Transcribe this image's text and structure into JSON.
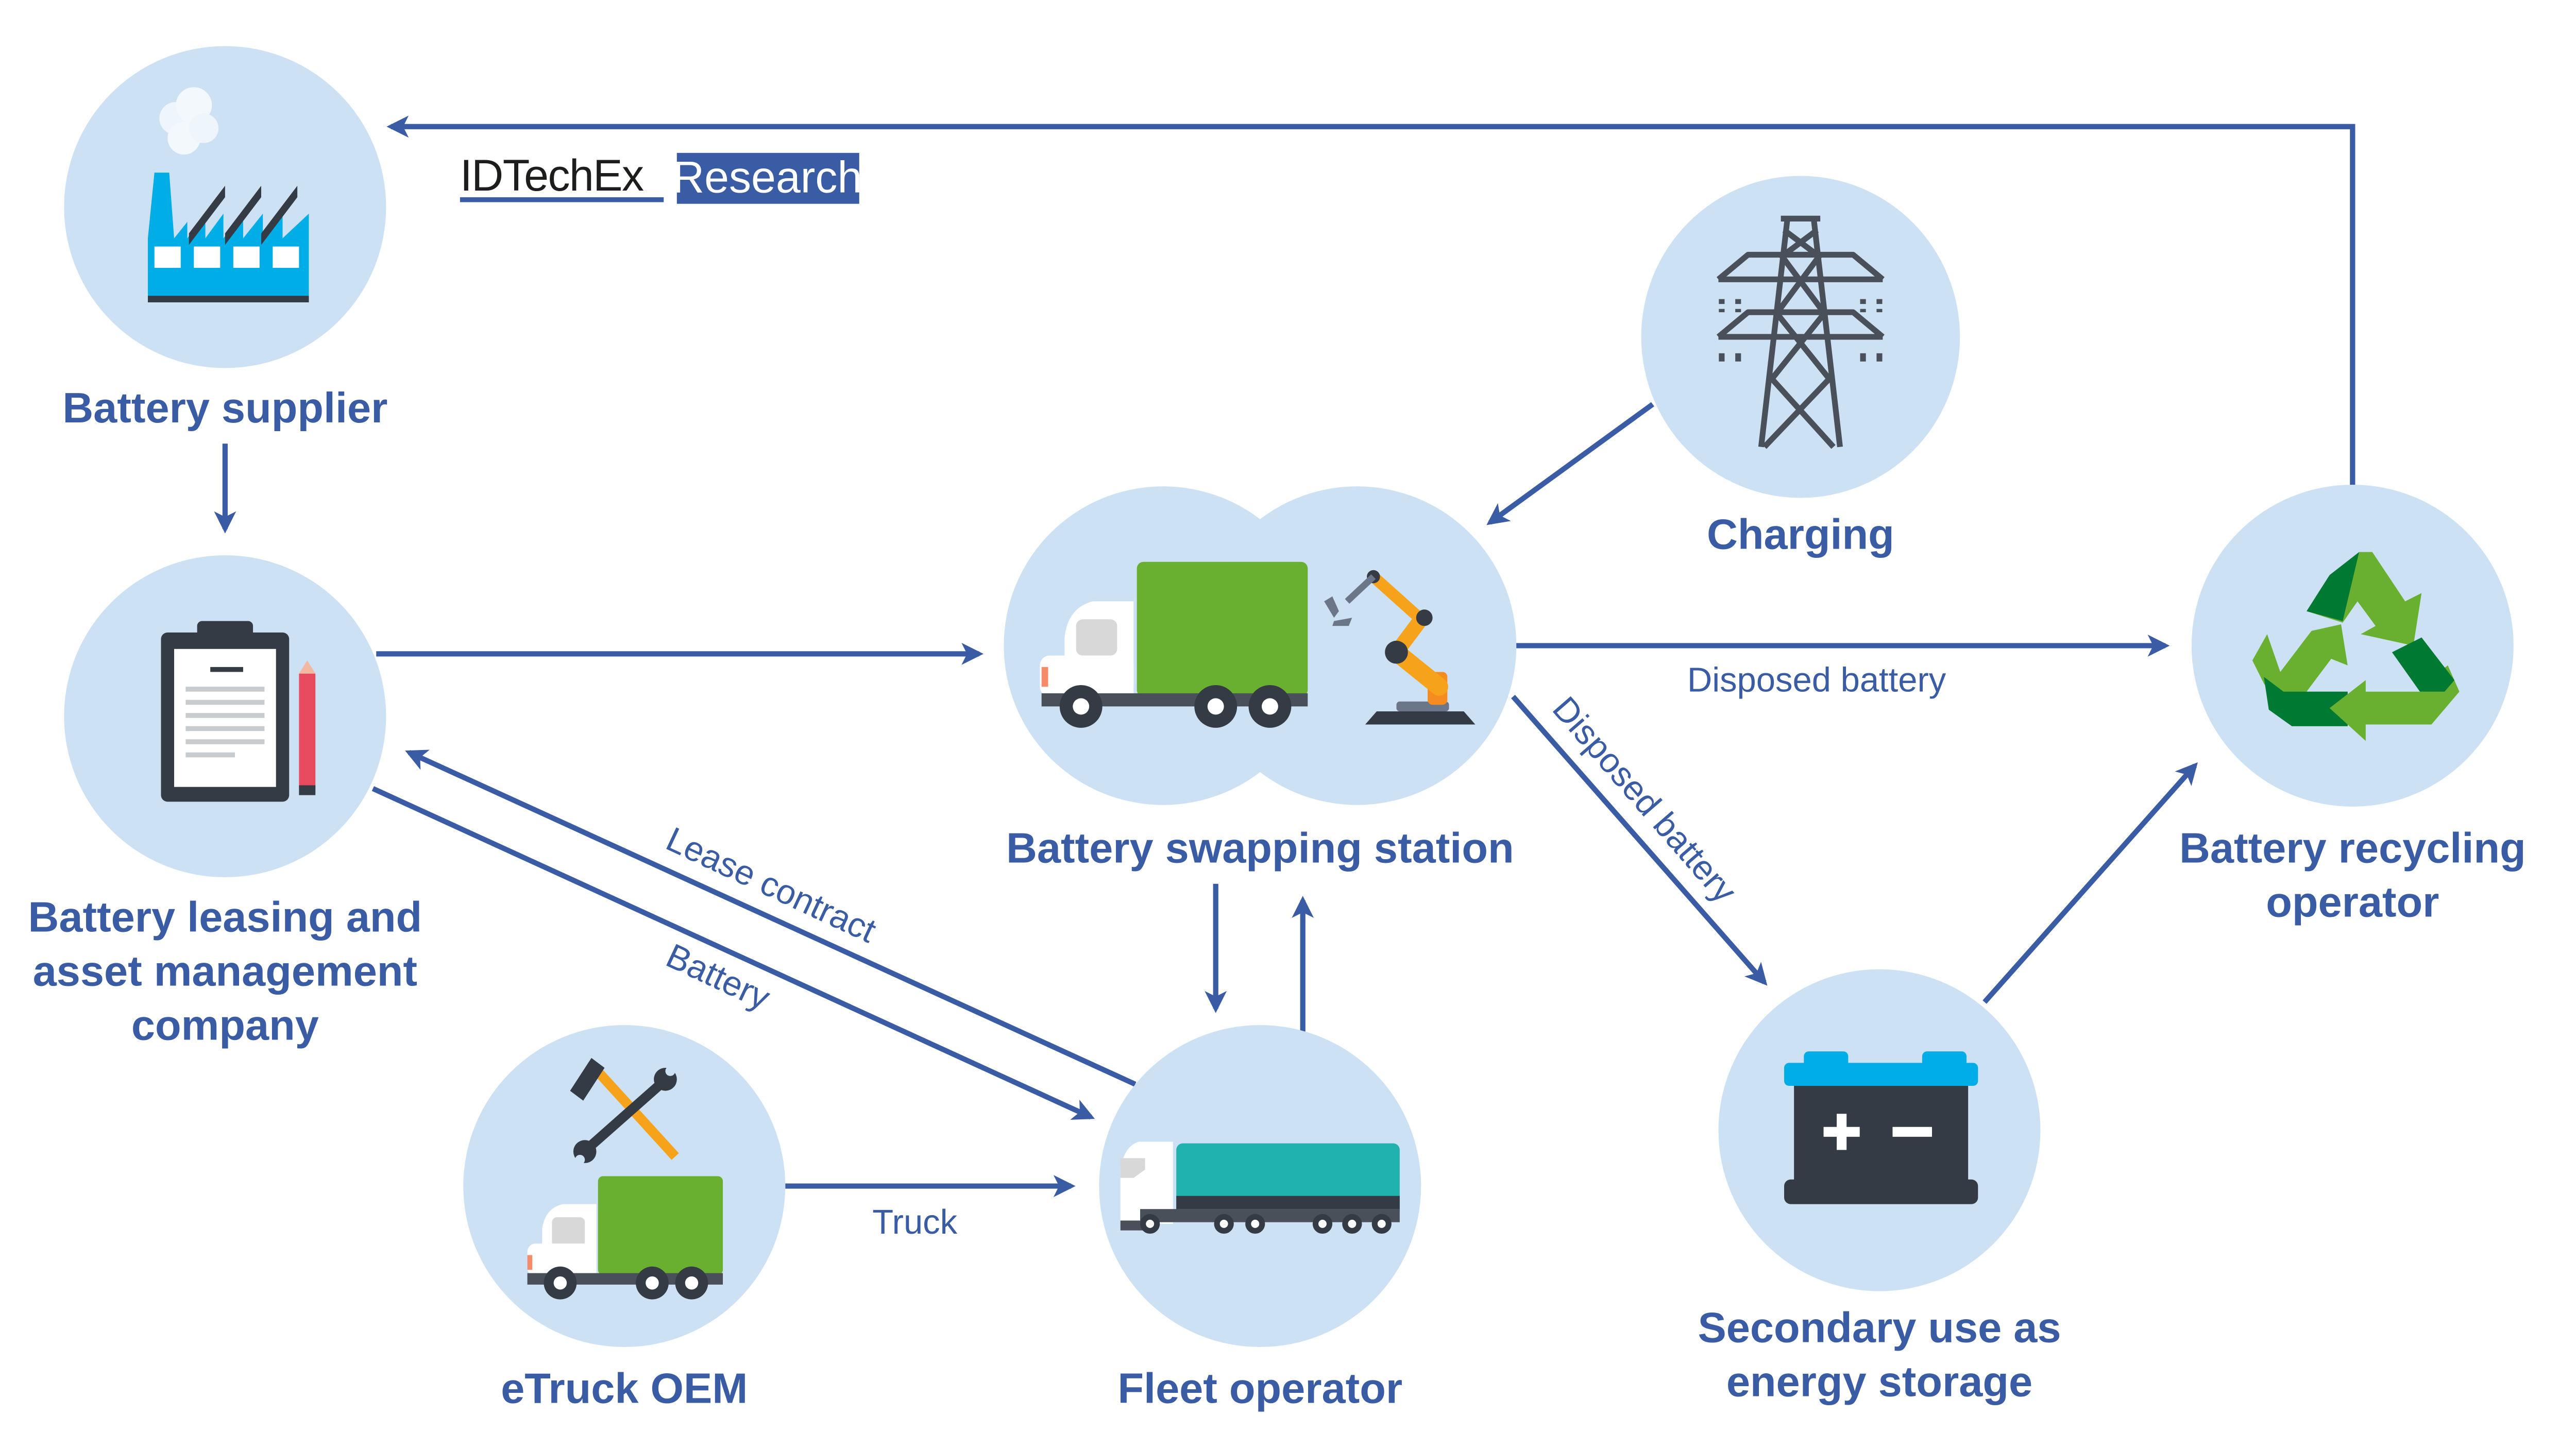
{
  "logo": {
    "brand": "IDTechEx",
    "tag": "Research",
    "tag_color": "#3a5ca4"
  },
  "colors": {
    "arrow": "#3a5ca4",
    "node_fill": "#cde1f4",
    "label": "#3a5ca4"
  },
  "nodes": {
    "battery_supplier": {
      "label": "Battery supplier",
      "icon": "factory-icon"
    },
    "leasing": {
      "label_lines": [
        "Battery leasing and",
        "asset management",
        "company"
      ],
      "icon": "clipboard-icon"
    },
    "swapping_station": {
      "label": "Battery swapping station",
      "icon": "truck-robot-arm-icon"
    },
    "charging": {
      "label": "Charging",
      "icon": "power-pylon-icon"
    },
    "recycling": {
      "label_lines": [
        "Battery recycling",
        "operator"
      ],
      "icon": "recycle-icon"
    },
    "secondary_use": {
      "label_lines": [
        "Secondary use as",
        "energy storage"
      ],
      "icon": "battery-icon"
    },
    "etruck_oem": {
      "label": "eTruck OEM",
      "icon": "tools-truck-icon"
    },
    "fleet_operator": {
      "label": "Fleet operator",
      "icon": "semi-truck-icon"
    }
  },
  "edges": [
    {
      "from": "recycling",
      "to": "battery_supplier",
      "label": ""
    },
    {
      "from": "battery_supplier",
      "to": "leasing",
      "label": ""
    },
    {
      "from": "leasing",
      "to": "swapping_station",
      "label": ""
    },
    {
      "from": "charging",
      "to": "swapping_station",
      "label": ""
    },
    {
      "from": "swapping_station",
      "to": "recycling",
      "label": "Disposed battery"
    },
    {
      "from": "swapping_station",
      "to": "secondary_use",
      "label": "Disposed battery"
    },
    {
      "from": "secondary_use",
      "to": "recycling",
      "label": ""
    },
    {
      "from": "fleet_operator",
      "to": "leasing",
      "label": "Lease contract"
    },
    {
      "from": "leasing",
      "to": "fleet_operator",
      "label": "Battery"
    },
    {
      "from": "swapping_station",
      "to": "fleet_operator",
      "label": ""
    },
    {
      "from": "fleet_operator",
      "to": "swapping_station",
      "label": ""
    },
    {
      "from": "etruck_oem",
      "to": "fleet_operator",
      "label": "Truck"
    }
  ]
}
